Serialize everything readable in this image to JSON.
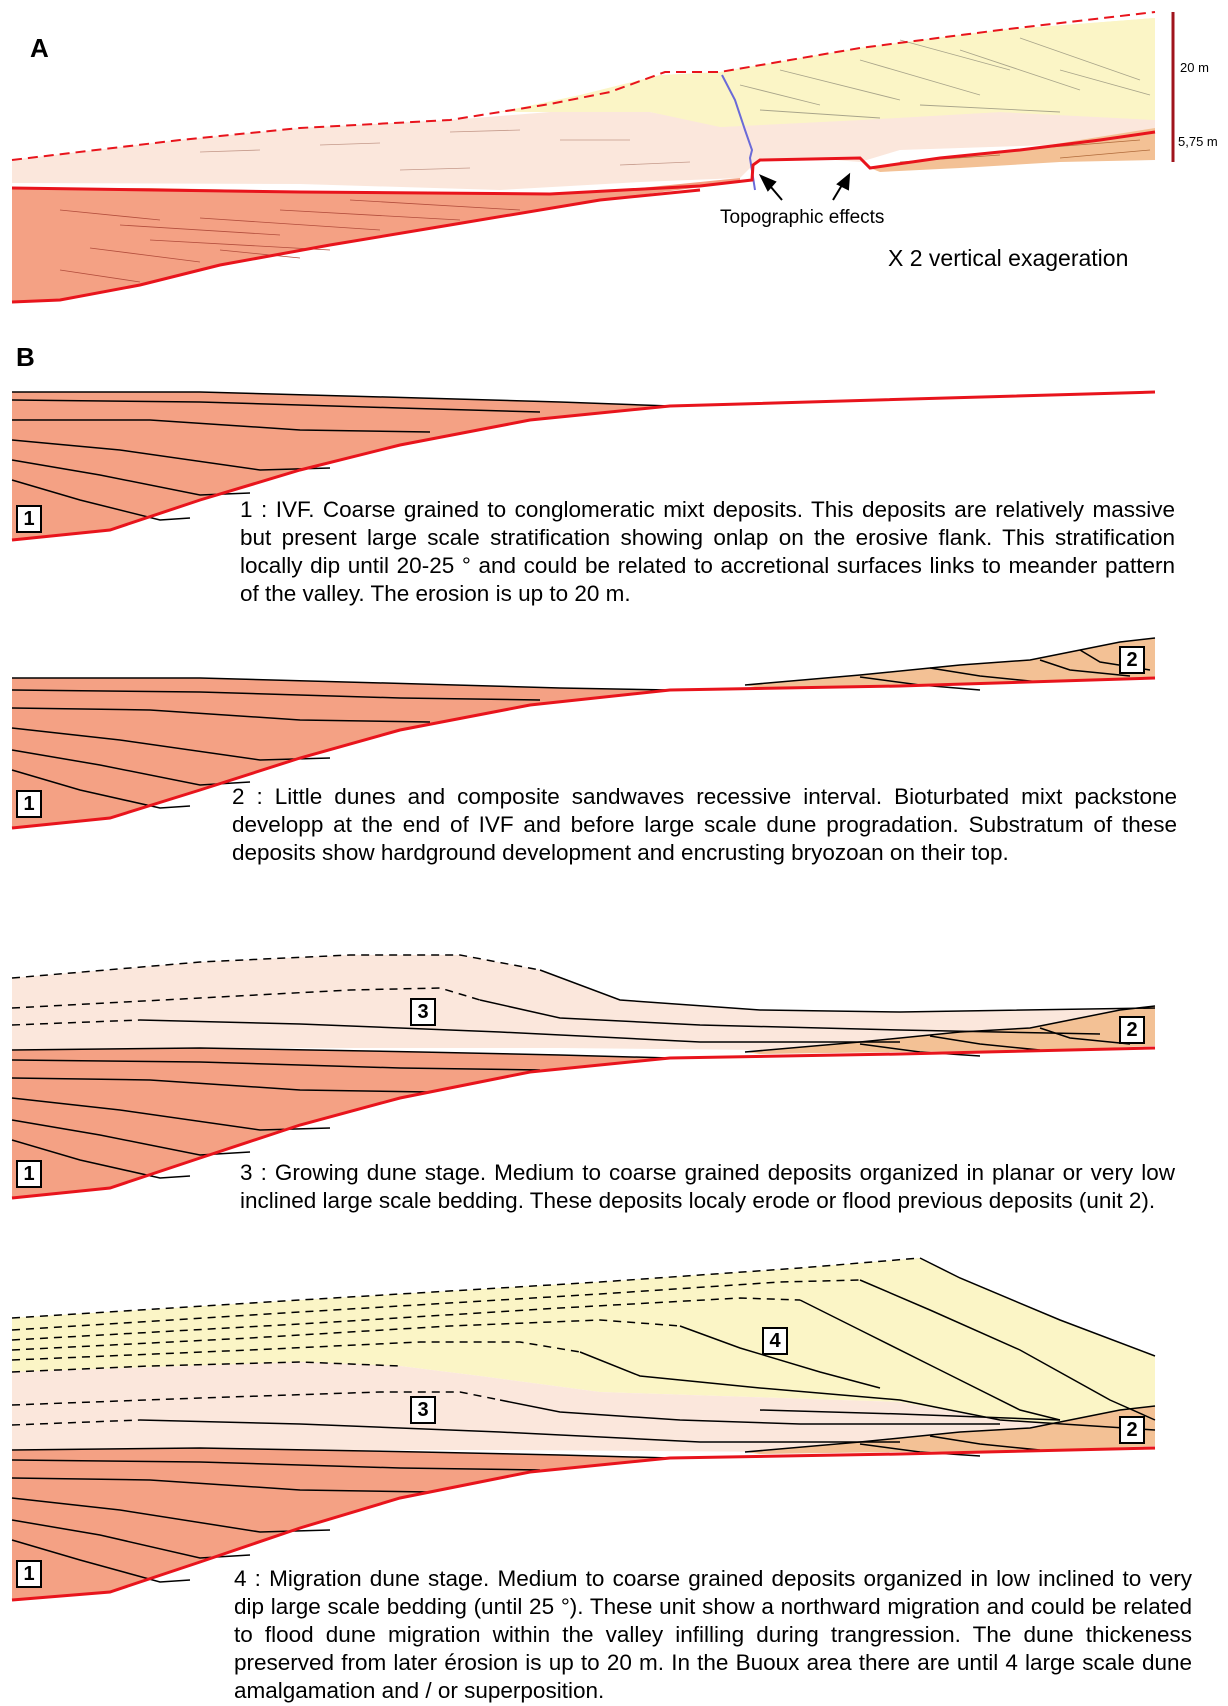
{
  "panel_a": {
    "letter": "A",
    "scale_top": "20 m",
    "scale_bottom": "5,75 m",
    "topographic_label": "Topographic effects",
    "exaggeration_label": "X 2 vertical exageration"
  },
  "panel_b": {
    "letter": "B",
    "unit_labels": {
      "u1": "1",
      "u2": "2",
      "u3": "3",
      "u4": "4"
    },
    "captions": {
      "stage1": "1 : IVF. Coarse grained to conglomeratic mixt deposits. This deposits are relatively massive but present large scale stratification showing onlap on the erosive flank. This stratification locally dip until 20-25 ° and could be related to accretional surfaces links to meander pattern of the valley. The erosion is up to 20 m.",
      "stage2": "2 : Little dunes and composite sandwaves recessive interval. Bioturbated mixt packstone developp at the end of IVF and before large scale dune progradation. Substratum of these deposits show hardground development and encrusting bryozoan on their top.",
      "stage3": "3 : Growing dune stage. Medium to coarse grained deposits organized in planar or very low inclined large scale bedding. These deposits localy erode or flood previous deposits (unit 2).",
      "stage4": "4 : Migration dune stage. Medium to coarse grained deposits organized in low inclined to very dip large scale bedding (until 25 °). These unit show a northward migration and could be related to flood dune migration within the valley infilling during trangression. The dune thickeness preserved from later érosion is up to 20 m. In the Buoux area there are until 4 large scale dune amalgamation and / or superposition."
    }
  },
  "colors": {
    "unit1": "#f4a184",
    "unit2": "#f3c195",
    "unit3": "#fbe7dc",
    "unit4": "#fbf5c6",
    "erosion_line": "#e8141c",
    "scale_bar": "#a0141c",
    "fracture": "#6a6ad8"
  }
}
